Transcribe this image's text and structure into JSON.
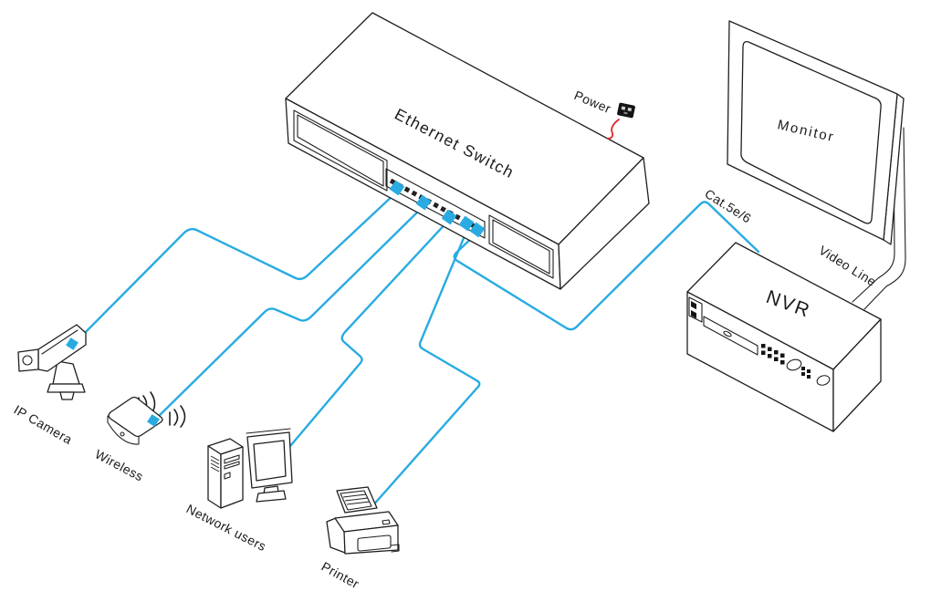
{
  "labels": {
    "ethernet_switch": "Ethernet Switch",
    "power": "Power",
    "monitor": "Monitor",
    "cat5": "Cat.5e/6",
    "video_line": "Video Line",
    "nvr": "NVR",
    "ip_camera": "IP Camera",
    "wireless": "Wireless",
    "network_users": "Network users",
    "printer": "Printer"
  },
  "diagram": {
    "type": "network-topology",
    "nodes": [
      {
        "id": "ethernet-switch",
        "label": "Ethernet Switch",
        "kind": "switch",
        "ports_used": 5
      },
      {
        "id": "ip-camera",
        "label": "IP Camera",
        "kind": "camera"
      },
      {
        "id": "wireless",
        "label": "Wireless",
        "kind": "access-point"
      },
      {
        "id": "network-users",
        "label": "Network users",
        "kind": "computer"
      },
      {
        "id": "printer",
        "label": "Printer",
        "kind": "printer"
      },
      {
        "id": "nvr",
        "label": "NVR",
        "kind": "recorder"
      },
      {
        "id": "monitor",
        "label": "Monitor",
        "kind": "display"
      },
      {
        "id": "power",
        "label": "Power",
        "kind": "power-outlet"
      }
    ],
    "edges": [
      {
        "from": "ethernet-switch",
        "to": "ip-camera",
        "type": "ethernet-cable"
      },
      {
        "from": "ethernet-switch",
        "to": "wireless",
        "type": "ethernet-cable"
      },
      {
        "from": "ethernet-switch",
        "to": "network-users",
        "type": "ethernet-cable"
      },
      {
        "from": "ethernet-switch",
        "to": "printer",
        "type": "ethernet-cable"
      },
      {
        "from": "ethernet-switch",
        "to": "nvr",
        "type": "ethernet-cable",
        "label": "Cat.5e/6"
      },
      {
        "from": "nvr",
        "to": "monitor",
        "type": "video-cable",
        "label": "Video Line"
      },
      {
        "from": "power",
        "to": "ethernet-switch",
        "type": "power-cable"
      }
    ],
    "colors": {
      "ethernet_cable": "#29ABE2",
      "power_cable": "#E3242B",
      "line_art": "#1F1F1F",
      "background": "#FFFFFF"
    }
  }
}
